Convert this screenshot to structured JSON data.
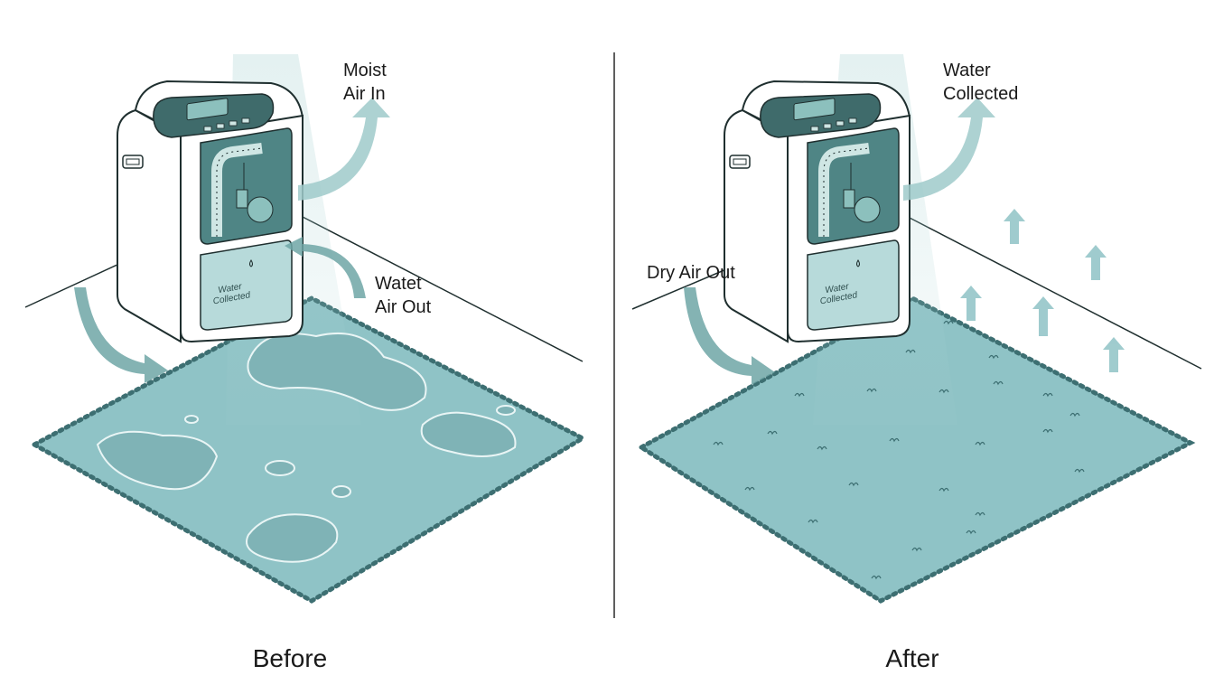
{
  "panels": [
    {
      "caption": "Before",
      "labels": {
        "top": [
          "Moist",
          "Air In"
        ],
        "side": [
          "Watet",
          "Air Out"
        ]
      },
      "tank_label": [
        "Water",
        "Collected"
      ],
      "state": "wet carpet with puddles"
    },
    {
      "caption": "After",
      "labels": {
        "top": [
          "Water",
          "Collected"
        ],
        "side": [
          "Dry Air Out"
        ]
      },
      "tank_label": [
        "Water",
        "Collected"
      ],
      "state": "dry carpet with rising vapor arrows"
    }
  ],
  "colors": {
    "carpet": "#8fc3c6",
    "carpet_edge": "#3d6f72",
    "panel_dark": "#3f6b6b",
    "airflow": "#a9d2d2",
    "window": "#6fa6a6",
    "outline": "#1f2f2f"
  }
}
